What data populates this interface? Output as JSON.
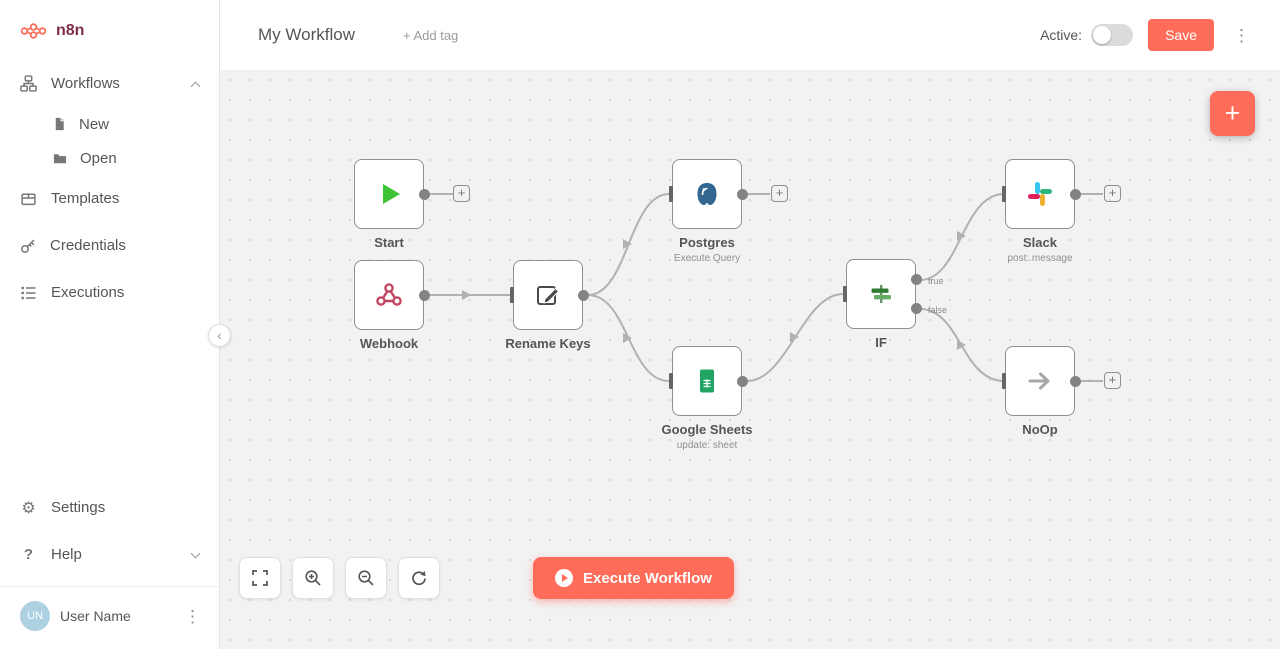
{
  "colors": {
    "accent": "#ff6d5a",
    "brand_text": "#7d2e46",
    "start_green": "#3dc435",
    "webhook_pink": "#c2455f",
    "postgres_blue": "#336791",
    "sheets_green": "#21a464",
    "if_green_dark": "#2f7d32",
    "if_green_light": "#63ae63",
    "slack_blue": "#36c5f0",
    "slack_green": "#2eb67d",
    "slack_yellow": "#ecb22e",
    "slack_red": "#e01e5a",
    "noop_gray": "#a6a6a6"
  },
  "icons": {
    "plus": "+",
    "kebab_menu": "⋮",
    "collapse_chevron": "‹",
    "gear": "⚙",
    "question": "?"
  },
  "sidebar": {
    "logo_text": "n8n",
    "items": [
      {
        "label": "Workflows"
      },
      {
        "label": "New"
      },
      {
        "label": "Open"
      },
      {
        "label": "Templates"
      },
      {
        "label": "Credentials"
      },
      {
        "label": "Executions"
      }
    ],
    "bottom_items": [
      {
        "label": "Settings"
      },
      {
        "label": "Help"
      }
    ],
    "user": {
      "name": "User Name",
      "initials": "UN"
    }
  },
  "header": {
    "title": "My Workflow",
    "add_tag": "+ Add tag",
    "active_label": "Active:",
    "save": "Save"
  },
  "canvas": {
    "execute_button": "Execute Workflow",
    "nodes": [
      {
        "label": "Start"
      },
      {
        "label": "Webhook"
      },
      {
        "label": "Rename Keys"
      },
      {
        "label": "Postgres",
        "sublabel": "Execute Query"
      },
      {
        "label": "Google Sheets",
        "sublabel": "update: sheet"
      },
      {
        "label": "IF",
        "outputs": [
          "true",
          "false"
        ]
      },
      {
        "label": "Slack",
        "sublabel": "post: message"
      },
      {
        "label": "NoOp"
      }
    ]
  }
}
